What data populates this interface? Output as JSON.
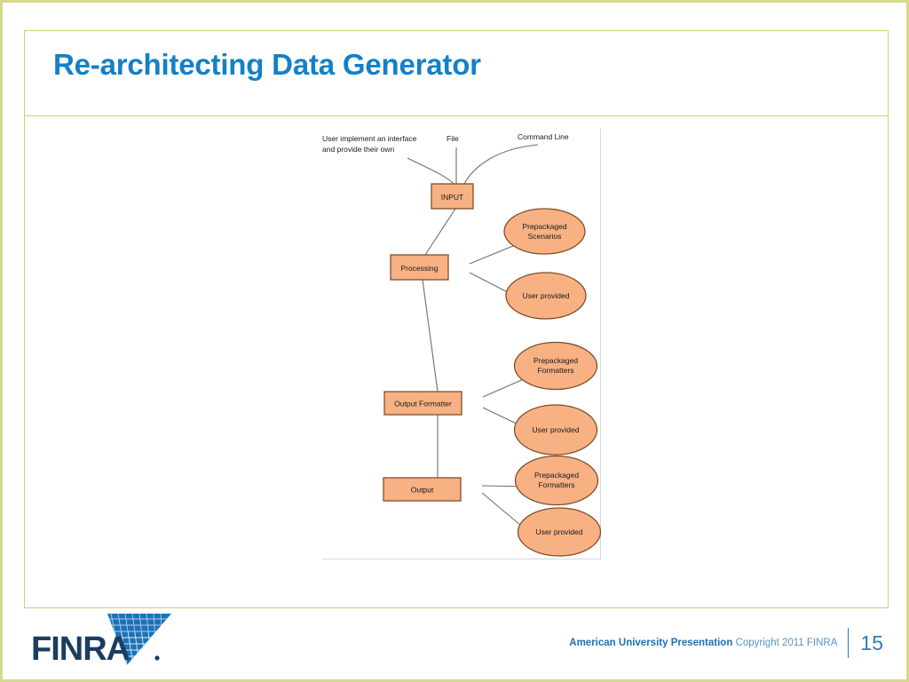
{
  "slide": {
    "title": "Re-architecting Data Generator",
    "title_color": "#1380c8",
    "border_color": "#d7d98a",
    "panel_border_color": "#ccd17a"
  },
  "footer": {
    "logo_text": "FINRA",
    "logo_mark": "finra-wing-icon",
    "credit_bold": "American University Presentation",
    "credit_light": "Copyright 2011 FINRA",
    "page_number": "15",
    "accent_color": "#2f7bbd"
  },
  "diagram": {
    "type": "flowchart",
    "fill_color": "#f7b183",
    "stroke_color": "#7f4f2a",
    "line_color": "#6f6f6f",
    "annotations": [
      {
        "id": "user-interface-note",
        "line1": "User implement an interface",
        "line2": "and provide their own"
      },
      {
        "id": "file-note",
        "line1": "File",
        "line2": ""
      },
      {
        "id": "command-line-note",
        "line1": "Command Line",
        "line2": ""
      }
    ],
    "boxes": [
      {
        "id": "input",
        "label": "INPUT"
      },
      {
        "id": "processing",
        "label": "Processing"
      },
      {
        "id": "output-formatter",
        "label": "Output Formatter"
      },
      {
        "id": "output",
        "label": "Output"
      }
    ],
    "ellipses": [
      {
        "id": "processing-prepackaged-scenarios",
        "line1": "Prepackaged",
        "line2": "Scenarios"
      },
      {
        "id": "processing-user-provided",
        "line1": "User provided",
        "line2": ""
      },
      {
        "id": "formatter-prepackaged-formatters",
        "line1": "Prepackaged",
        "line2": "Formatters"
      },
      {
        "id": "formatter-user-provided",
        "line1": "User provided",
        "line2": ""
      },
      {
        "id": "output-prepackaged-formatters",
        "line1": "Prepackaged",
        "line2": "Formatters"
      },
      {
        "id": "output-user-provided",
        "line1": "User provided",
        "line2": ""
      }
    ]
  }
}
